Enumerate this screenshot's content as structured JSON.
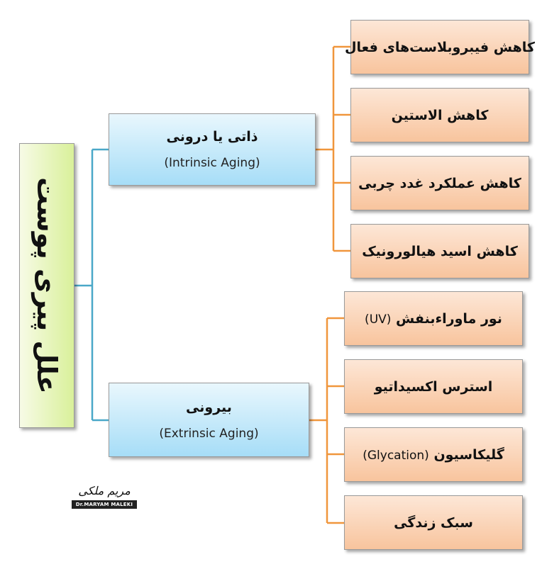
{
  "root": {
    "label": "علل پیری پوست"
  },
  "categories": [
    {
      "fa": "ذاتی  یا درونی",
      "en": "(Intrinsic Aging)"
    },
    {
      "fa": "بیرونی",
      "en": "(Extrinsic  Aging)"
    }
  ],
  "intrinsic_items": [
    {
      "fa": "کاهش فیبروبلاست‌های فعال"
    },
    {
      "fa": "کاهش الاستین"
    },
    {
      "fa": "کاهش عملکرد غدد چربی"
    },
    {
      "fa": "کاهش اسید هیالورونیک"
    }
  ],
  "extrinsic_items": [
    {
      "fa": "نور ماوراءبنفش",
      "en": "(UV)"
    },
    {
      "fa": "استرس اکسیداتیو",
      "en": ""
    },
    {
      "fa": "گلیکاسیون",
      "en": "(Glycation)"
    },
    {
      "fa": "سبک زندگی",
      "en": ""
    }
  ],
  "logo": {
    "script": "مریم ملکی",
    "text": "Dr.MARYAM MALEKI"
  },
  "colors": {
    "root_fill": "#d9f09a",
    "category_fill": "#a6ddf7",
    "leaf_fill": "#f8c49d",
    "connector_blue": "#4aa8c8",
    "connector_orange": "#f0963c"
  }
}
